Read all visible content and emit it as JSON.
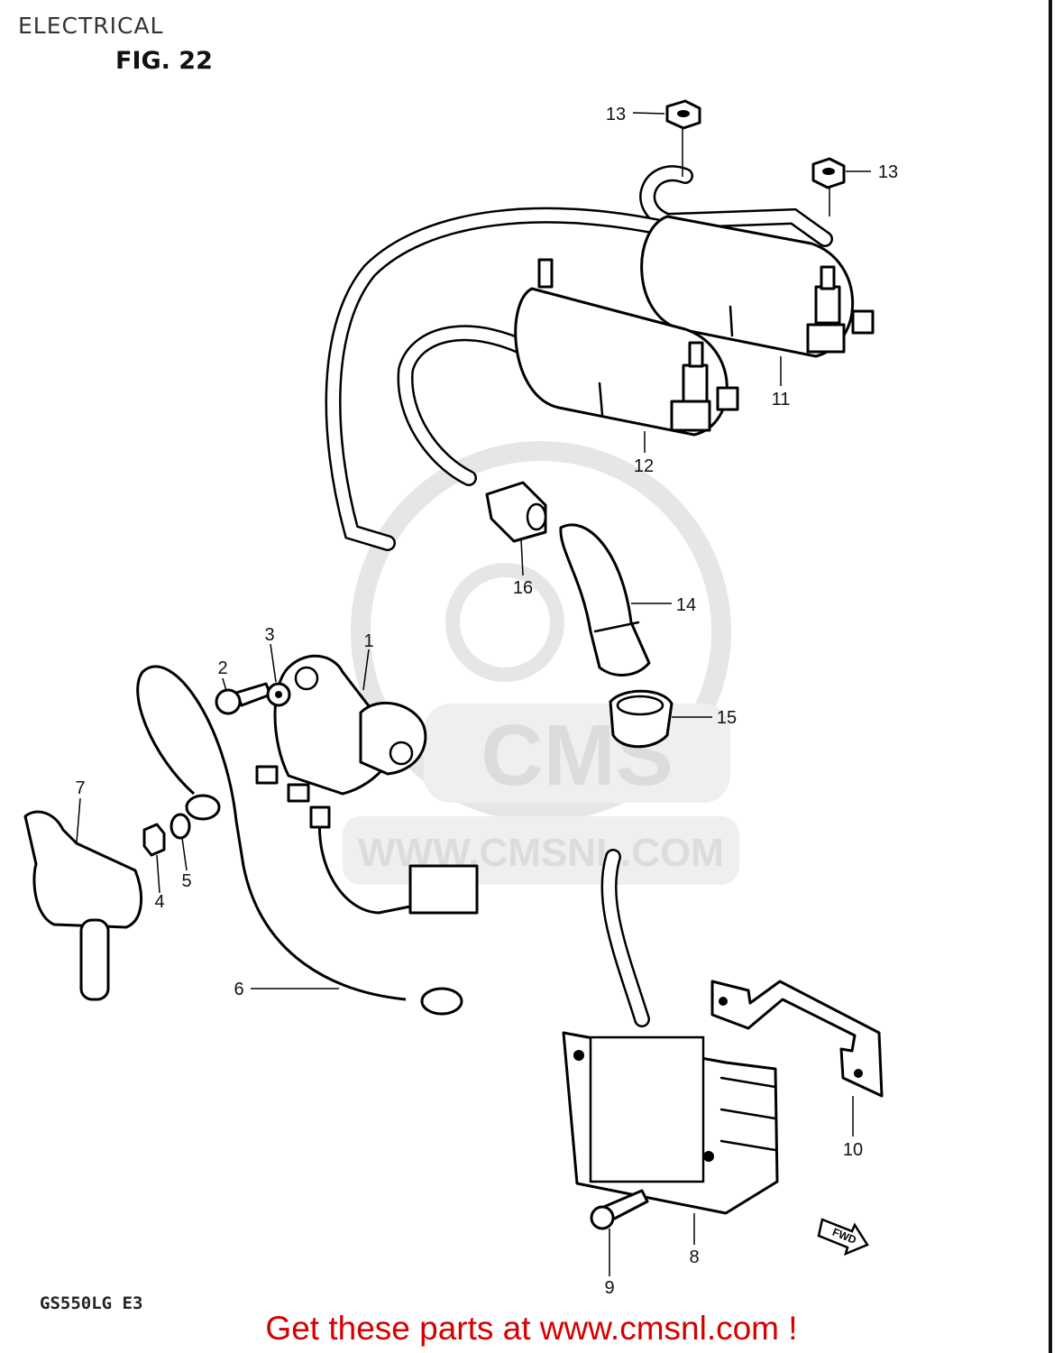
{
  "header": {
    "section_title": "ELECTRICAL",
    "figure_label": "FIG. 22"
  },
  "footer": {
    "model_code": "GS550LG E3",
    "promo_text": "Get these parts at www.cmsnl.com !"
  },
  "watermark": {
    "logo_text": "CMS",
    "url_text": "WWW.CMSNL.COM"
  },
  "direction_badge": "FWD",
  "callouts": {
    "c1": "1",
    "c2": "2",
    "c3": "3",
    "c4": "4",
    "c5": "5",
    "c6": "6",
    "c7": "7",
    "c8": "8",
    "c9": "9",
    "c10": "10",
    "c11": "11",
    "c12": "12",
    "c13a": "13",
    "c13b": "13",
    "c14": "14",
    "c15": "15",
    "c16": "16"
  }
}
